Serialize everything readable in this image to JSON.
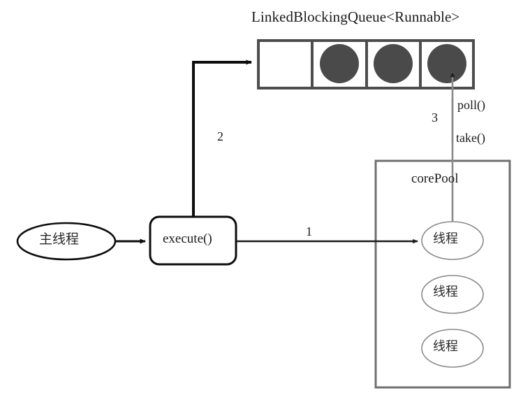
{
  "diagram": {
    "title": "LinkedBlockingQueue<Runnable>",
    "background_color": "#ffffff",
    "queue": {
      "label": "LinkedBlockingQueue<Runnable>",
      "border_color": "#4d4d4d",
      "cell_count": 4,
      "cells": [
        {
          "name": "queue-cell-0",
          "filled": false
        },
        {
          "name": "queue-cell-1",
          "filled": true
        },
        {
          "name": "queue-cell-2",
          "filled": true
        },
        {
          "name": "queue-cell-3",
          "filled": true
        }
      ],
      "task_color": "#4a4a4a"
    },
    "main_thread": {
      "label": "主线程",
      "shape": "ellipse",
      "border_color": "#0d0d0d"
    },
    "execute_box": {
      "label": "execute()",
      "shape": "rounded-rect",
      "border_color": "#0d0d0d"
    },
    "core_pool": {
      "label": "corePool",
      "border_color": "#707070",
      "threads": [
        {
          "label": "线程"
        },
        {
          "label": "线程"
        },
        {
          "label": "线程"
        }
      ],
      "thread_border_color": "#8a8a8a"
    },
    "arrows": [
      {
        "name": "arrow-main-to-execute",
        "label": "",
        "color": "#0d0d0d",
        "from": "主线程",
        "to": "execute()"
      },
      {
        "name": "arrow-execute-to-thread",
        "label": "1",
        "color": "#1a1a1a",
        "from": "execute()",
        "to": "线程"
      },
      {
        "name": "arrow-execute-to-queue",
        "label": "2",
        "color": "#0d0d0d",
        "from": "execute()",
        "to": "LinkedBlockingQueue<Runnable>"
      },
      {
        "name": "arrow-queue-to-thread",
        "label": "3",
        "color": "#8a8a8a",
        "from": "LinkedBlockingQueue<Runnable>",
        "to": "线程",
        "methods": [
          "poll()",
          "take()"
        ]
      }
    ],
    "annotations": {
      "poll": "poll()",
      "take": "take()",
      "num_one": "1",
      "num_two": "2",
      "num_three": "3"
    }
  }
}
